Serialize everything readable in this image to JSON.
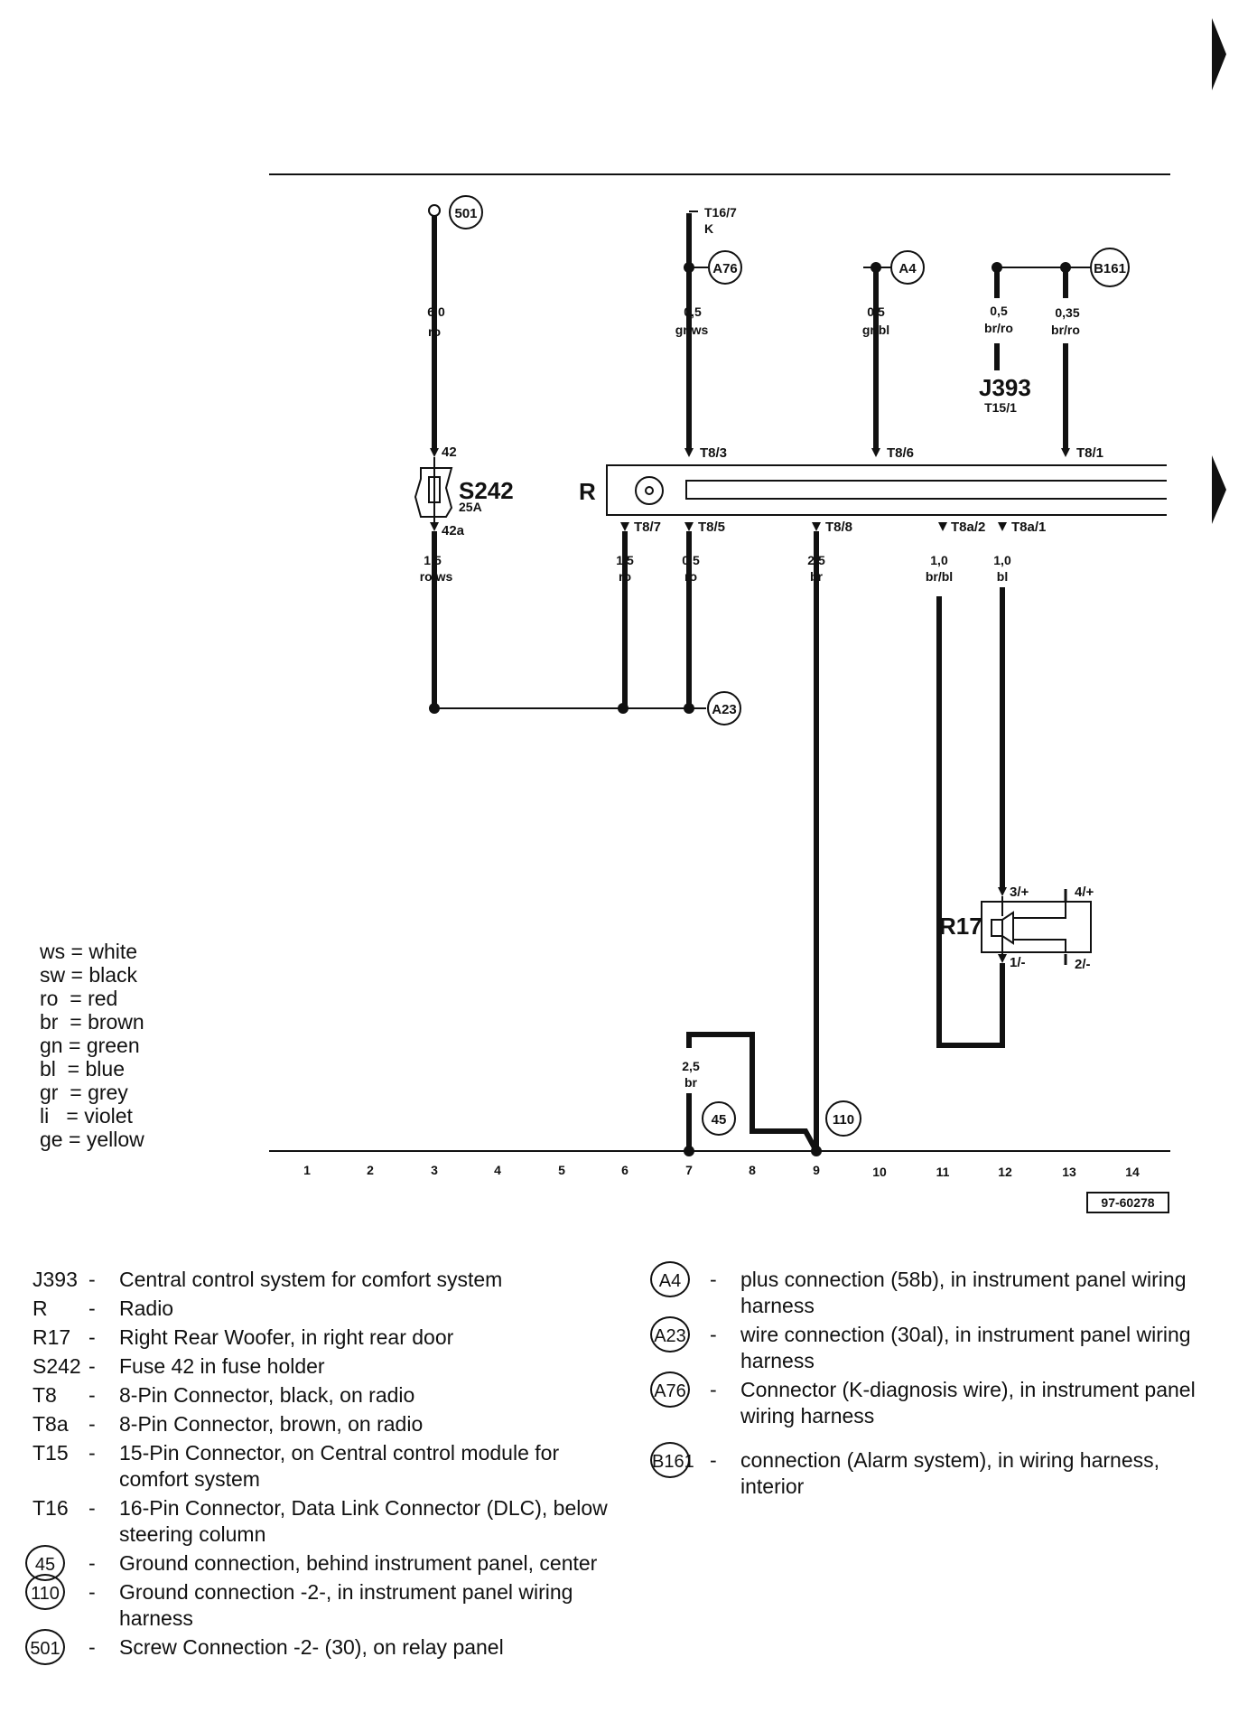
{
  "diagram": {
    "reference": "97-60278",
    "tracks": [
      "1",
      "2",
      "3",
      "4",
      "5",
      "6",
      "7",
      "8",
      "9",
      "10",
      "11",
      "12",
      "13",
      "14"
    ],
    "components": {
      "radio": "R",
      "fuse": "S242",
      "fuse_rating": "25A",
      "woofer": "R17",
      "control_module": "J393",
      "control_module_pin": "T15/1",
      "dlc_pin": "T16/7",
      "dlc_pin_sub": "K"
    },
    "connections": {
      "c501": "501",
      "a76": "A76",
      "a4": "A4",
      "b161": "B161",
      "a23": "A23",
      "g45": "45",
      "g110": "110"
    },
    "pins": {
      "fuse_in": "42",
      "fuse_out": "42a",
      "t8_3": "T8/3",
      "t8_6": "T8/6",
      "t8_1": "T8/1",
      "t8_7": "T8/7",
      "t8_5": "T8/5",
      "t8_8": "T8/8",
      "t8a_2": "T8a/2",
      "t8a_1": "T8a/1",
      "r17_3": "3/+",
      "r17_4": "4/+",
      "r17_1": "1/-",
      "r17_2": "2/-"
    },
    "wires": [
      {
        "size": "6,0",
        "color": "ro"
      },
      {
        "size": "0,5",
        "color": "gr/ws"
      },
      {
        "size": "0,5",
        "color": "gr/bl"
      },
      {
        "size": "0,5",
        "color": "br/ro"
      },
      {
        "size": "0,35",
        "color": "br/ro"
      },
      {
        "size": "1,5",
        "color": "ro/ws"
      },
      {
        "size": "1,5",
        "color": "ro"
      },
      {
        "size": "0,5",
        "color": "ro"
      },
      {
        "size": "2,5",
        "color": "br"
      },
      {
        "size": "1,0",
        "color": "br/bl"
      },
      {
        "size": "1,0",
        "color": "bl"
      },
      {
        "size": "2,5",
        "color": "br"
      }
    ]
  },
  "color_codes": [
    {
      "code": "ws",
      "name": "white"
    },
    {
      "code": "sw",
      "name": "black"
    },
    {
      "code": "ro",
      "name": "red"
    },
    {
      "code": "br",
      "name": "brown"
    },
    {
      "code": "gn",
      "name": "green"
    },
    {
      "code": "bl",
      "name": "blue"
    },
    {
      "code": "gr",
      "name": "grey"
    },
    {
      "code": "li",
      "name": "violet"
    },
    {
      "code": "ge",
      "name": "yellow"
    }
  ],
  "legend_left": [
    {
      "code": "J393",
      "desc": "Central control system for comfort system"
    },
    {
      "code": "R",
      "desc": "Radio"
    },
    {
      "code": "R17",
      "desc": "Right Rear Woofer, in right rear door"
    },
    {
      "code": "S242",
      "desc": "Fuse 42 in fuse holder"
    },
    {
      "code": "T8",
      "desc": "8-Pin Connector, black, on radio"
    },
    {
      "code": "T8a",
      "desc": "8-Pin Connector, brown, on radio"
    },
    {
      "code": "T15",
      "desc": "15-Pin Connector, on Central control module for comfort system"
    },
    {
      "code": "T16",
      "desc": "16-Pin Connector, Data Link Connector (DLC), below steering column"
    },
    {
      "code": "45",
      "desc": "Ground connection, behind instrument panel, center",
      "circled": true
    },
    {
      "code": "110",
      "desc": "Ground connection -2-, in instrument panel wiring harness",
      "circled": true
    },
    {
      "code": "501",
      "desc": "Screw Connection -2- (30), on relay panel",
      "circled": true
    }
  ],
  "legend_right": [
    {
      "code": "A4",
      "desc": "plus connection (58b), in instrument panel wiring harness"
    },
    {
      "code": "A23",
      "desc": "wire connection (30al), in instrument panel wiring harness"
    },
    {
      "code": "A76",
      "desc": "Connector (K-diagnosis wire), in instrument panel wiring harness"
    },
    {
      "code": "B161",
      "desc": "connection (Alarm system), in wiring harness, interior"
    }
  ]
}
